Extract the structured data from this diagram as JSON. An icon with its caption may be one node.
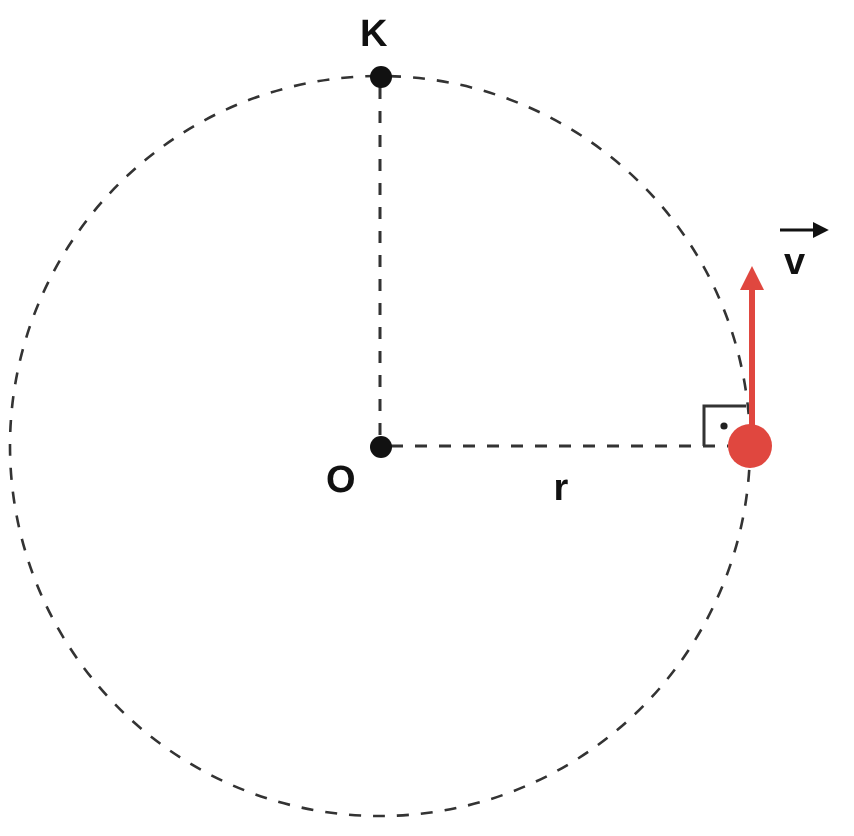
{
  "diagram": {
    "nodes": [
      {
        "text": [
          "O"
        ]
      },
      {
        "text": [
          "K"
        ]
      },
      {
        "text": [],
        "shape": "circle"
      }
    ],
    "edges": [
      {
        "from": 0,
        "to": 1,
        "arrow": "none",
        "style": "dashed"
      },
      {
        "from": 0,
        "to": 2,
        "arrow": "none",
        "style": "dashed",
        "label": "r"
      }
    ],
    "labels": [
      "v"
    ]
  }
}
